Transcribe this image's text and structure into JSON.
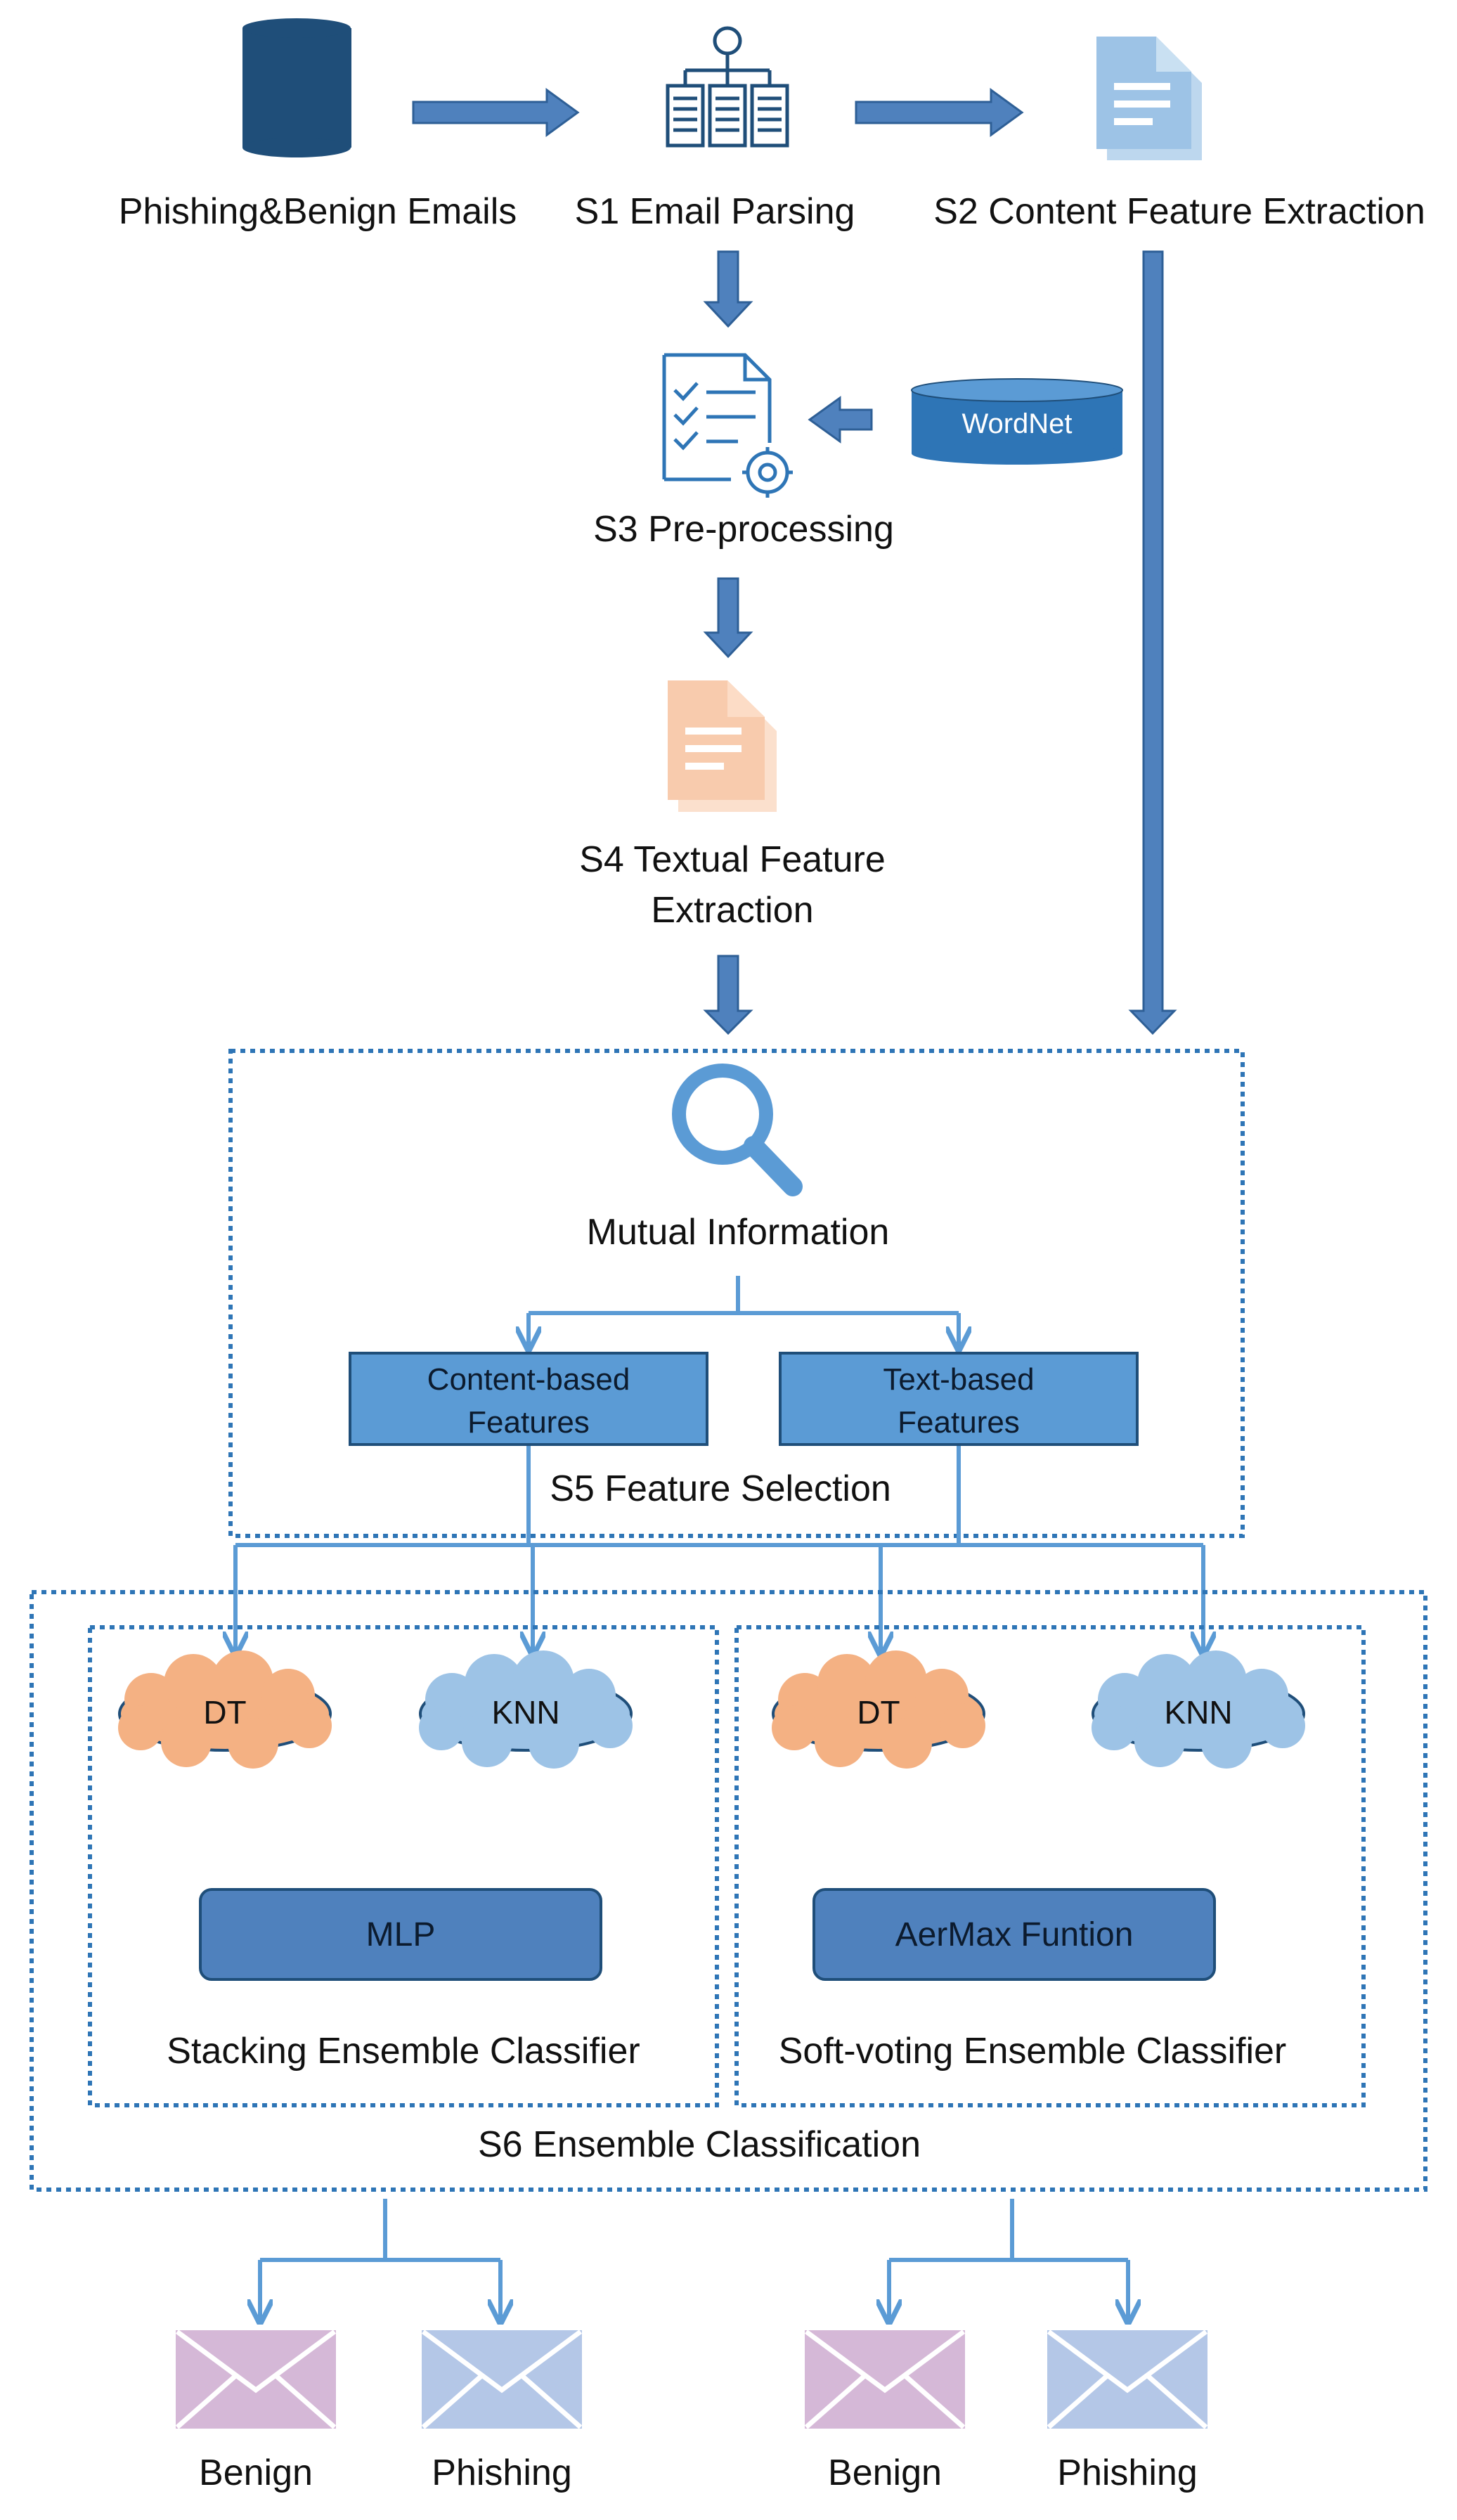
{
  "steps": {
    "input_label": "Phishing&Benign Emails",
    "s1_label": "S1 Email Parsing",
    "s2_label": "S2 Content Feature Extraction",
    "wordnet_label": "WordNet",
    "s3_label": "S3 Pre-processing",
    "s4_label_line1": "S4 Textual Feature",
    "s4_label_line2": "Extraction"
  },
  "feature_selection": {
    "method_label": "Mutual Information",
    "content_box_line1": "Content-based",
    "content_box_line2": "Features",
    "text_box_line1": "Text-based",
    "text_box_line2": "Features",
    "section_label": "S5 Feature Selection"
  },
  "ensemble": {
    "stacking": {
      "dt_label": "DT",
      "knn_label": "KNN",
      "meta_label": "MLP",
      "title": "Stacking Ensemble Classifier"
    },
    "soft_voting": {
      "dt_label": "DT",
      "knn_label": "KNN",
      "meta_label": "AerMax Funtion",
      "title": "Soft-voting Ensemble Classifier"
    },
    "section_label": "S6 Ensemble Classification"
  },
  "outputs": {
    "left_benign": "Benign",
    "left_phishing": "Phishing",
    "right_benign": "Benign",
    "right_phishing": "Phishing"
  },
  "colors": {
    "arrow_fill": "#4f81bd",
    "arrow_stroke": "#2e5f96",
    "line_blue": "#5b9bd5",
    "dark_blue": "#1f4e79",
    "box_blue": "#5b9bd5",
    "doc_light_blue": "#9dc3e6",
    "doc_orange": "#f8cbad",
    "cloud_orange": "#f4b183",
    "cloud_blue": "#9dc3e6",
    "envelope_purple": "#d5b8d7",
    "envelope_blue": "#b4c7e7",
    "dotted_border": "#2e75b6"
  },
  "icons": [
    "database-icon",
    "parse-tree-icon",
    "document-icon",
    "checklist-gear-icon",
    "magnifier-icon",
    "envelope-icon"
  ]
}
